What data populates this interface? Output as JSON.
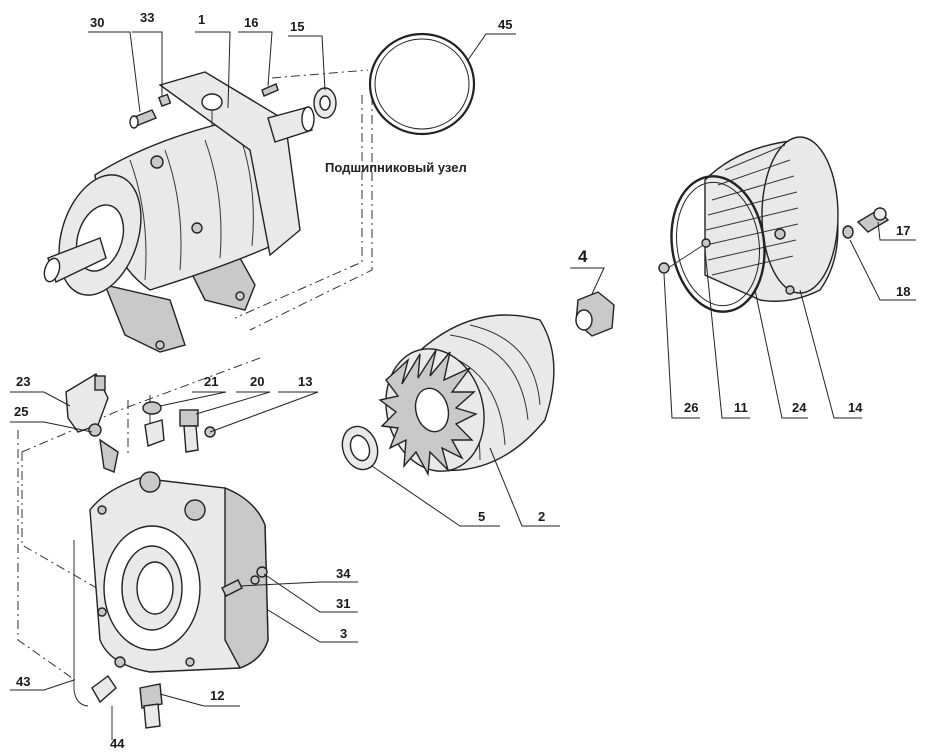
{
  "caption": "Подшипниковый узел",
  "labels": {
    "l30": "30",
    "l33": "33",
    "l1": "1",
    "l16": "16",
    "l15": "15",
    "l45": "45",
    "l4": "4",
    "l17": "17",
    "l18": "18",
    "l26": "26",
    "l11": "11",
    "l24": "24",
    "l14": "14",
    "l23": "23",
    "l25": "25",
    "l21": "21",
    "l20": "20",
    "l13": "13",
    "l5": "5",
    "l2": "2",
    "l34": "34",
    "l31": "31",
    "l3": "3",
    "l43": "43",
    "l12": "12",
    "l44": "44"
  }
}
